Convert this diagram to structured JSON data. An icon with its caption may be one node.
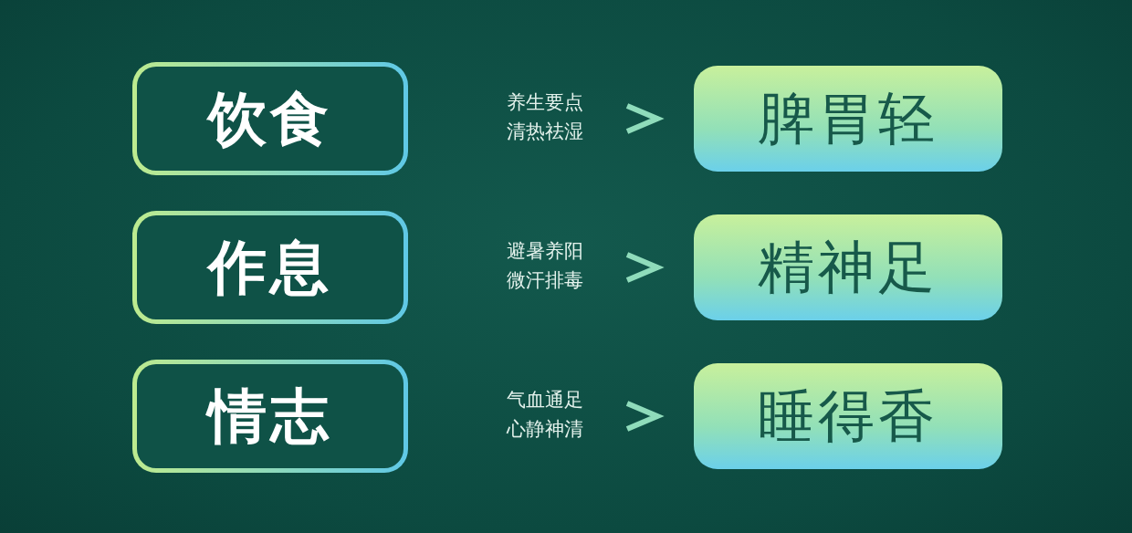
{
  "diagram": {
    "nodes": [
      {
        "text": [
          "饮食"
        ]
      },
      {
        "text": [
          "作息"
        ]
      },
      {
        "text": [
          "情志"
        ]
      },
      {
        "text": [
          "脾胃轻"
        ]
      },
      {
        "text": [
          "精神足"
        ]
      },
      {
        "text": [
          "睡得香"
        ]
      }
    ],
    "edges": [
      {
        "from": 0,
        "to": 3,
        "arrow": "to",
        "label": "养生要点清热祛湿"
      },
      {
        "from": 1,
        "to": 4,
        "arrow": "to",
        "label": "避暑养阳微汗排毒"
      },
      {
        "from": 2,
        "to": 5,
        "arrow": "to",
        "label": "气血通足心静神清"
      }
    ]
  }
}
